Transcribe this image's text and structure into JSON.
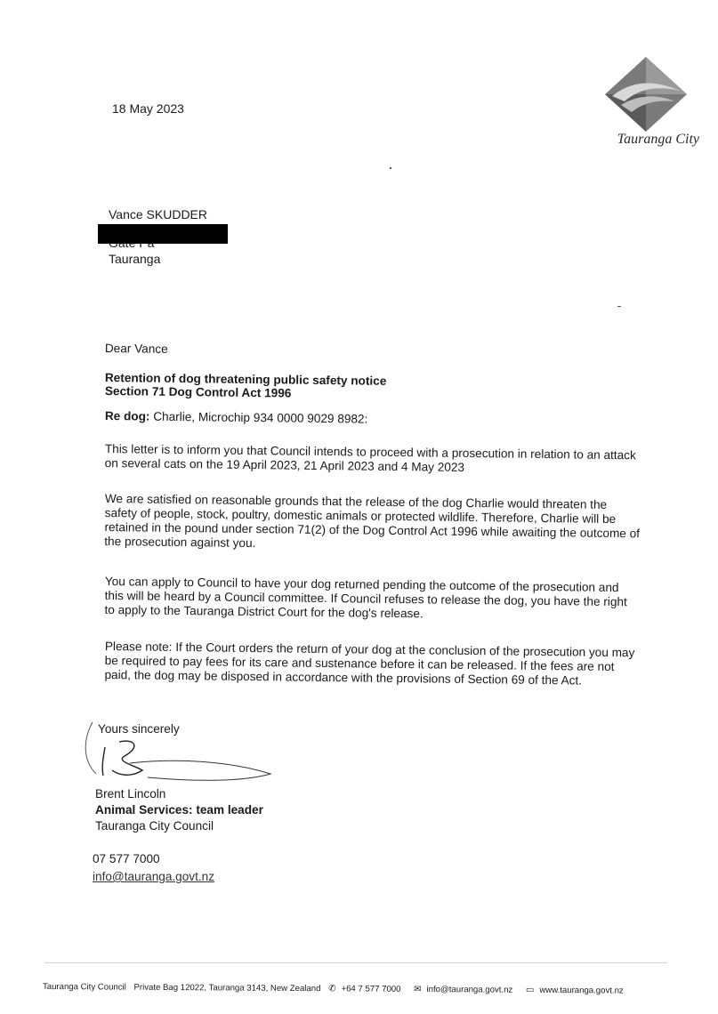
{
  "letter": {
    "date": "18 May 2023",
    "logo_text": "Tauranga City",
    "recipient": {
      "name": "Vance SKUDDER",
      "suburb": "Gate Pa",
      "city": "Tauranga"
    },
    "salutation": "Dear Vance",
    "subject_line1": "Retention of dog threatening public safety notice",
    "subject_line2": "Section 71 Dog Control Act 1996",
    "re_label": "Re dog:",
    "re_value": " Charlie, Microchip 934 0000 9029 8982:",
    "para1": "This letter is to inform you that Council intends to proceed with a prosecution in relation to an attack on several cats on the 19 April 2023, 21 April 2023 and 4 May 2023",
    "para2": "We are satisfied on reasonable grounds that the release of the dog Charlie would threaten the safety of people, stock, poultry, domestic animals or protected wildlife. Therefore, Charlie will be retained in the pound under section 71(2) of the Dog Control Act 1996 while awaiting the outcome of the prosecution against you.",
    "para3": "You can apply to Council to have your dog returned pending the outcome of the prosecution and this will be heard by a Council committee. If Council refuses to release the dog, you have the right to apply to the Tauranga District Court for the dog's release.",
    "para4": "Please note: If the Court orders the return of your dog at the conclusion of the prosecution you may be required to pay fees for its care and sustenance before it can be released. If the fees are not paid, the dog may be disposed in accordance with the provisions of Section 69 of the Act.",
    "closing": "Yours sincerely",
    "signer_name": "Brent Lincoln",
    "signer_title": "Animal Services: team leader",
    "signer_org": "Tauranga City Council",
    "phone": "07 577 7000",
    "email": "info@tauranga.govt.nz"
  },
  "footer": {
    "org": "Tauranga City Council",
    "address": "Private Bag 12022, Tauranga 3143, New Zealand",
    "phone": "+64 7 577 7000",
    "email": "info@tauranga.govt.nz",
    "web": "www.tauranga.govt.nz",
    "phone_icon": "phone-icon",
    "email_icon": "envelope-icon",
    "web_icon": "monitor-icon"
  }
}
